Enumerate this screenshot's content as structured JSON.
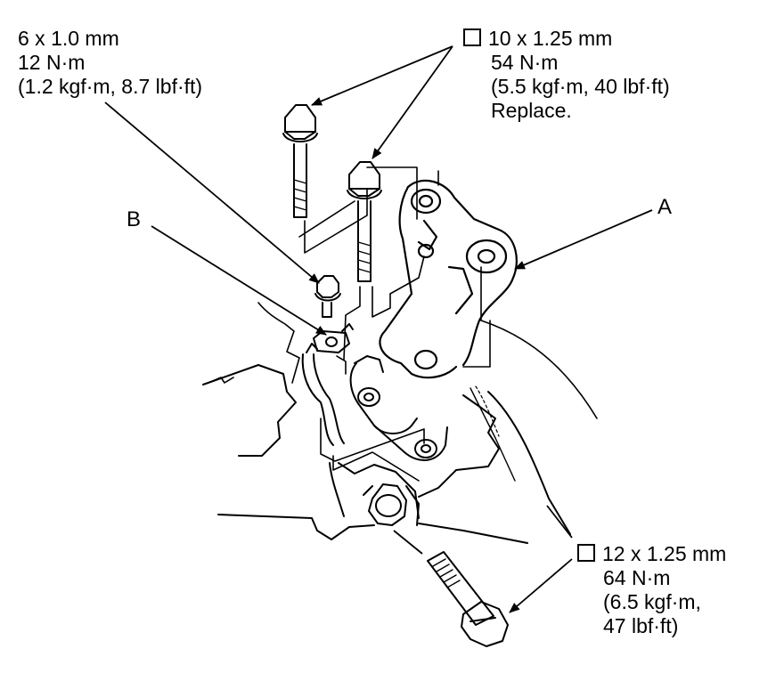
{
  "callouts": {
    "small_bolt": {
      "size": "6 x 1.0 mm",
      "torque_nm": "12 N·m",
      "torque_alt": "(1.2 kgf·m, 8.7 lbf·ft)"
    },
    "upper_bolts": {
      "size": "10 x 1.25 mm",
      "torque_nm": "54 N·m",
      "torque_alt": "(5.5 kgf·m, 40 lbf·ft)",
      "note": "Replace."
    },
    "lower_bolt": {
      "size": "12 x 1.25 mm",
      "torque_nm": "64 N·m",
      "torque_alt_1": "(6.5 kgf·m,",
      "torque_alt_2": "47 lbf·ft)"
    }
  },
  "labels": {
    "bracket": "A",
    "clamp": "B"
  },
  "icons": {
    "replace_marker": "square-box-icon"
  }
}
